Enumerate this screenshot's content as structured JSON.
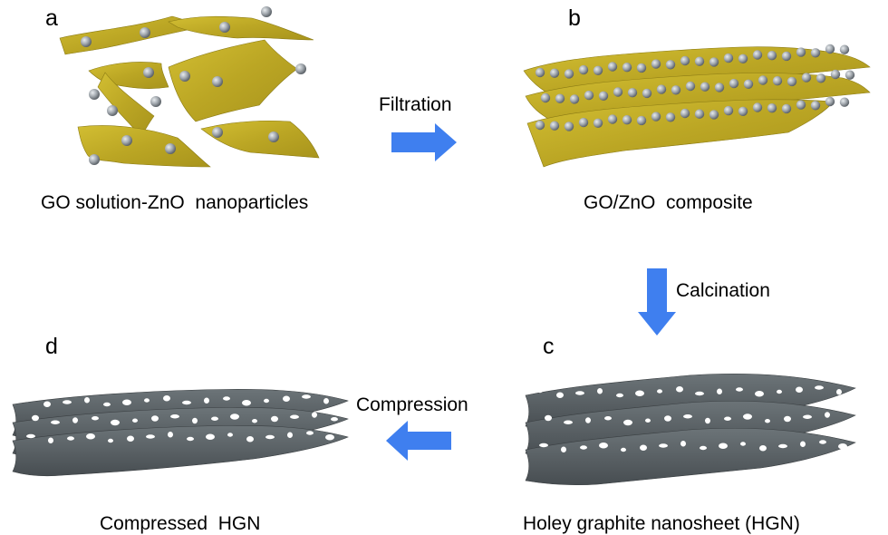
{
  "panels": {
    "a": {
      "letter": "a",
      "caption": "GO solution-ZnO  nanoparticles"
    },
    "b": {
      "letter": "b",
      "caption": "GO/ZnO  composite"
    },
    "c": {
      "letter": "c",
      "caption": "Holey graphite nanosheet (HGN)"
    },
    "d": {
      "letter": "d",
      "caption": "Compressed  HGN"
    }
  },
  "arrows": {
    "filtration": "Filtration",
    "calcination": "Calcination",
    "compression": "Compression"
  },
  "colors": {
    "go_sheet": "#C8B428",
    "go_sheet_edge": "#8A7A14",
    "zno_particle": "#9AA0A6",
    "hgn_sheet": "#5B6266",
    "arrow": "#3F7FEF"
  }
}
